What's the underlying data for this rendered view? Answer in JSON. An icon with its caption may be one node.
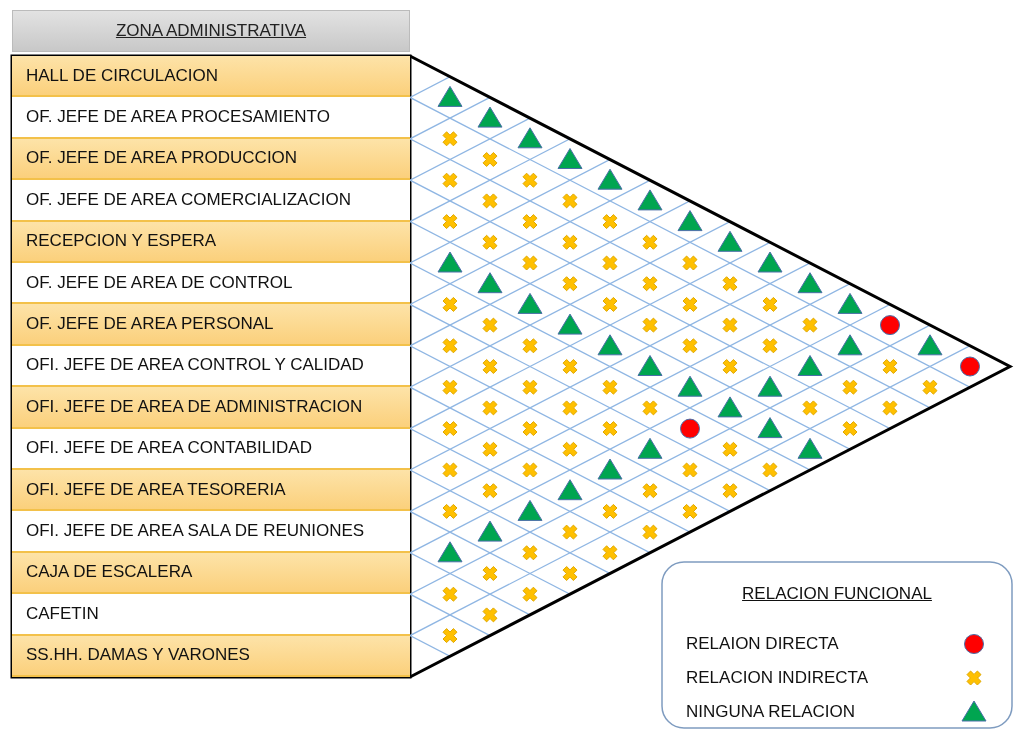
{
  "diagram": {
    "title": "ZONA ADMINISTRATIVA",
    "labels": [
      "HALL DE CIRCULACION",
      "OF. JEFE DE AREA PROCESAMIENTO",
      "OF. JEFE DE AREA PRODUCCION",
      "OF. JEFE DE AREA COMERCIALIZACION",
      "RECEPCION Y ESPERA",
      "OF. JEFE DE AREA DE CONTROL",
      "OF. JEFE DE AREA PERSONAL",
      "OFI. JEFE DE AREA CONTROL Y CALIDAD",
      "OFI. JEFE DE AREA DE ADMINISTRACION",
      "OFI. JEFE DE AREA CONTABILIDAD",
      "OFI. JEFE DE AREA TESORERIA",
      "OFI. JEFE DE AREA SALA DE REUNIONES",
      "CAJA DE ESCALERA",
      "CAFETIN",
      "SS.HH. DAMAS Y VARONES",
      "RELACION FUNCIONAL"
    ],
    "legend": [
      {
        "text": "RELAION DIRECTA"
      },
      {
        "text": "RELACION INDIRECTA"
      },
      {
        "text": "NINGUNA RELACION"
      }
    ]
  }
}
